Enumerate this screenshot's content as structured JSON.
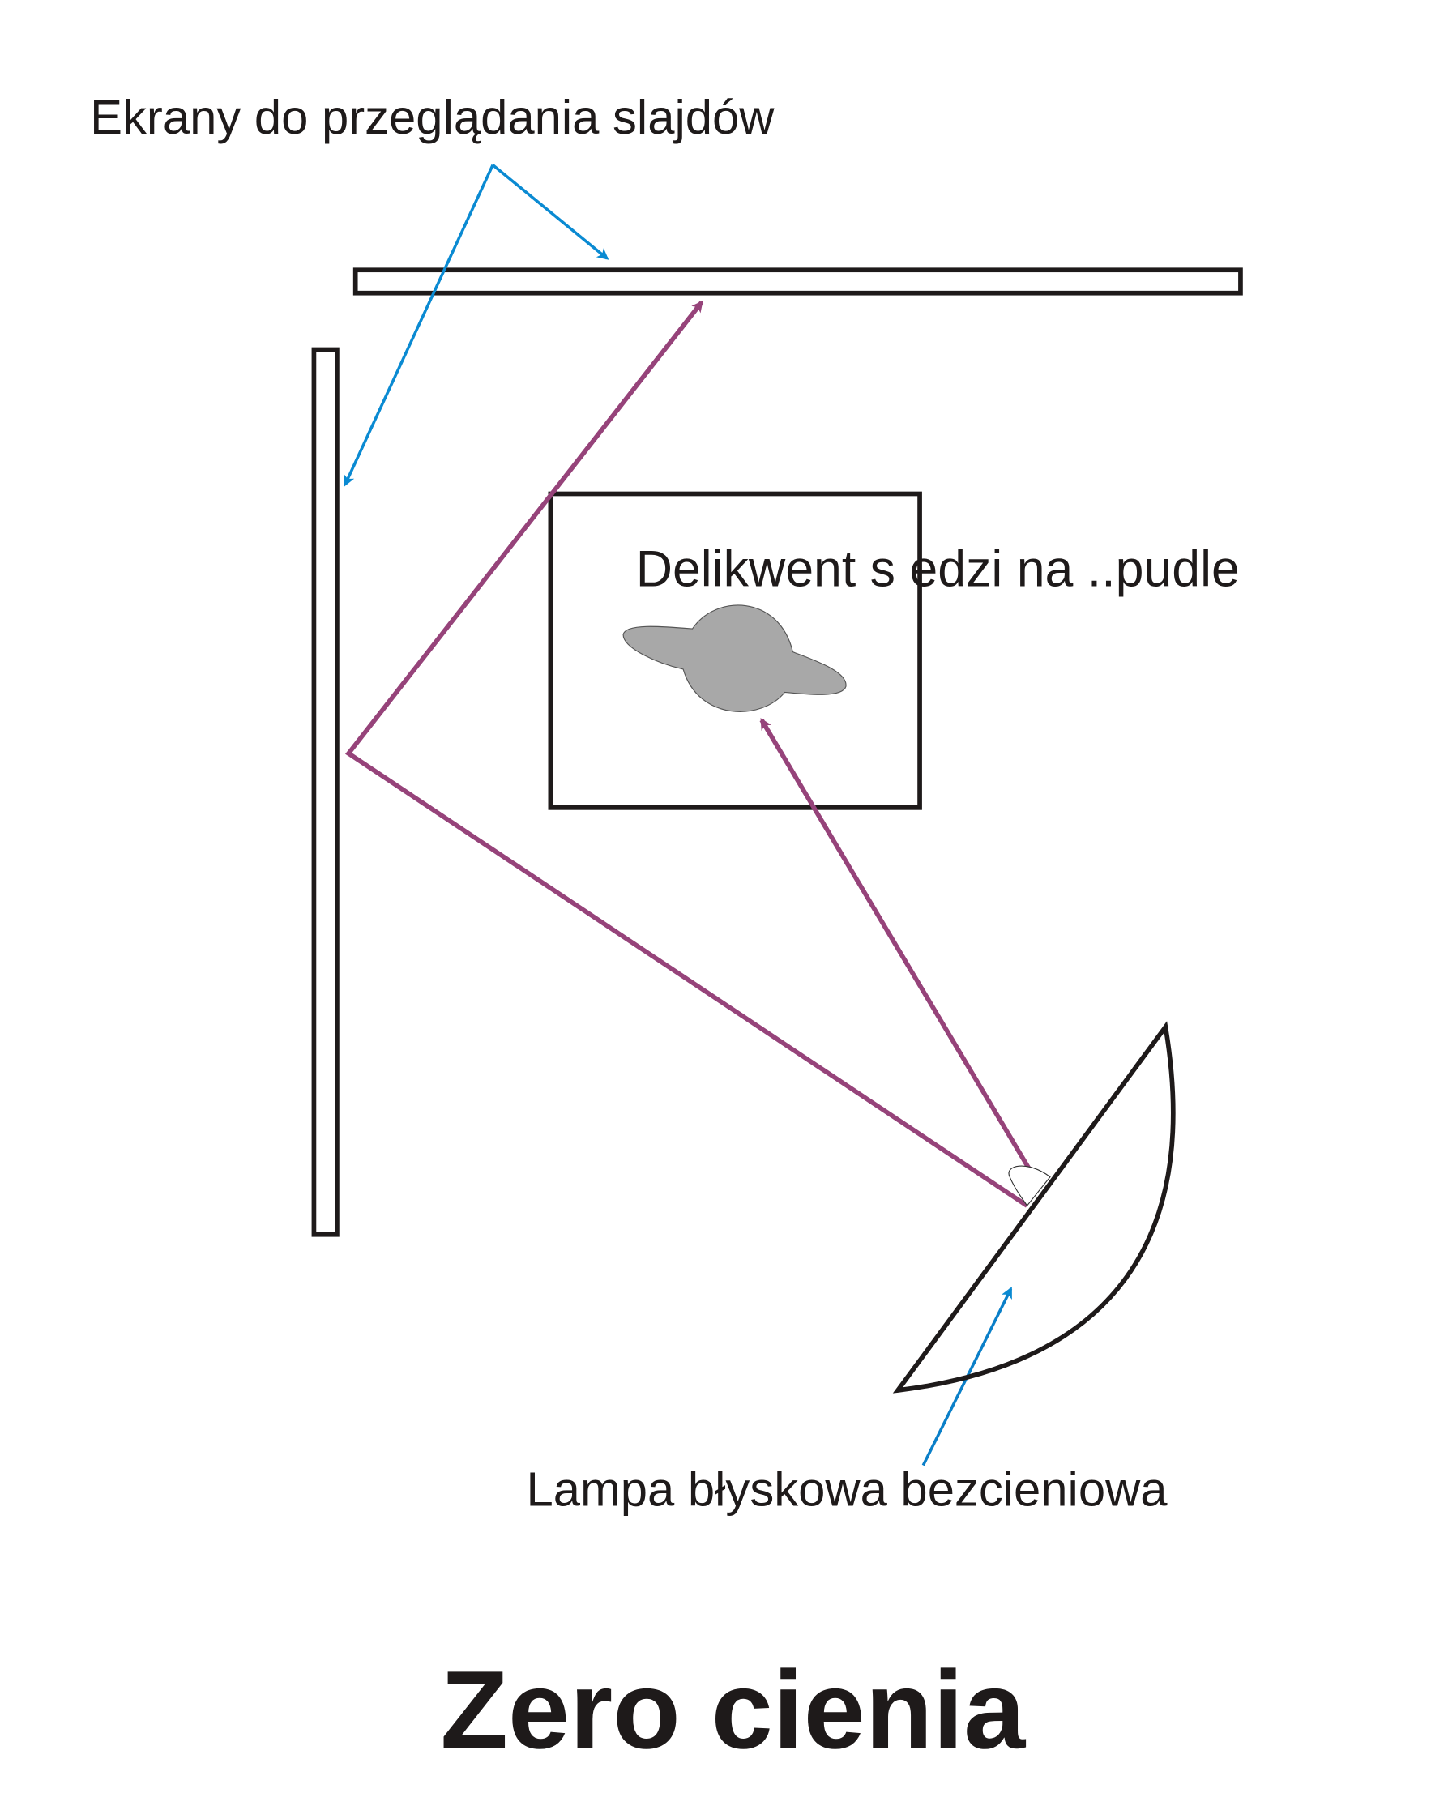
{
  "labels": {
    "screens": "Ekrany do przeglądania slajdów",
    "subject": "Delikwent s edzi na ..pudle",
    "lamp": "Lampa błyskowa bezcieniowa",
    "title": "Zero cienia"
  },
  "colors": {
    "outline": "#1e1a1a",
    "light_ray": "#96437a",
    "pointer": "#0a8ad2",
    "subject_fill": "#a8a8a8"
  }
}
